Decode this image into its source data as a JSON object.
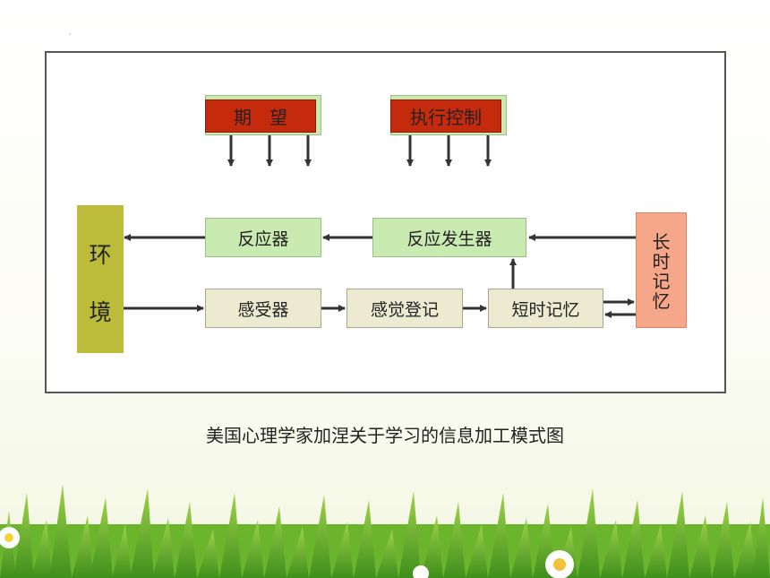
{
  "diagram": {
    "expectation": "期　望",
    "executive_control": "执行控制",
    "environment_top": "环",
    "environment_bottom": "境",
    "effector": "反应器",
    "response_generator": "反应发生器",
    "receptor": "感受器",
    "sensory_register": "感觉登记",
    "short_term_memory": "短时记忆",
    "long_term_memory": [
      "长",
      "时",
      "记",
      "忆"
    ]
  },
  "caption": "美国心理学家加涅关于学习的信息加工模式图",
  "colors": {
    "expectation_fill": "#c62a0c",
    "control_wrap": "#c9eab0",
    "environment": "#bcbb3a",
    "response_boxes": "#c9eab0",
    "input_boxes": "#ecebd2",
    "long_term_memory": "#f6a689"
  }
}
